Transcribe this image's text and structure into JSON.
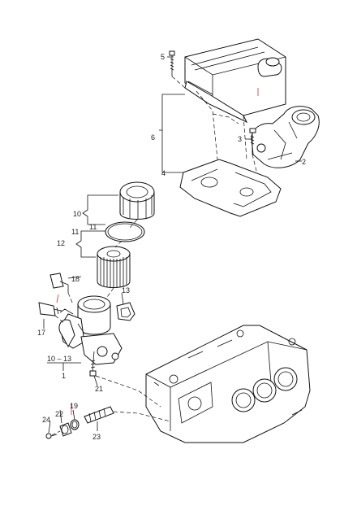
{
  "callouts": {
    "c1": "1",
    "c2": "2",
    "c3": "3",
    "c4": "4",
    "c5": "5",
    "c6": "6",
    "c10": "10",
    "c11a": "11",
    "c11b": "11",
    "c12": "12",
    "c13": "13",
    "c17": "17",
    "c18": "18",
    "c19": "19",
    "c21": "21",
    "c22": "22",
    "c23": "23",
    "c24": "24",
    "c10_13": "10 – 13"
  },
  "colors": {
    "line": "#111111",
    "reference_line": "#c0303a",
    "background": "#ffffff"
  }
}
